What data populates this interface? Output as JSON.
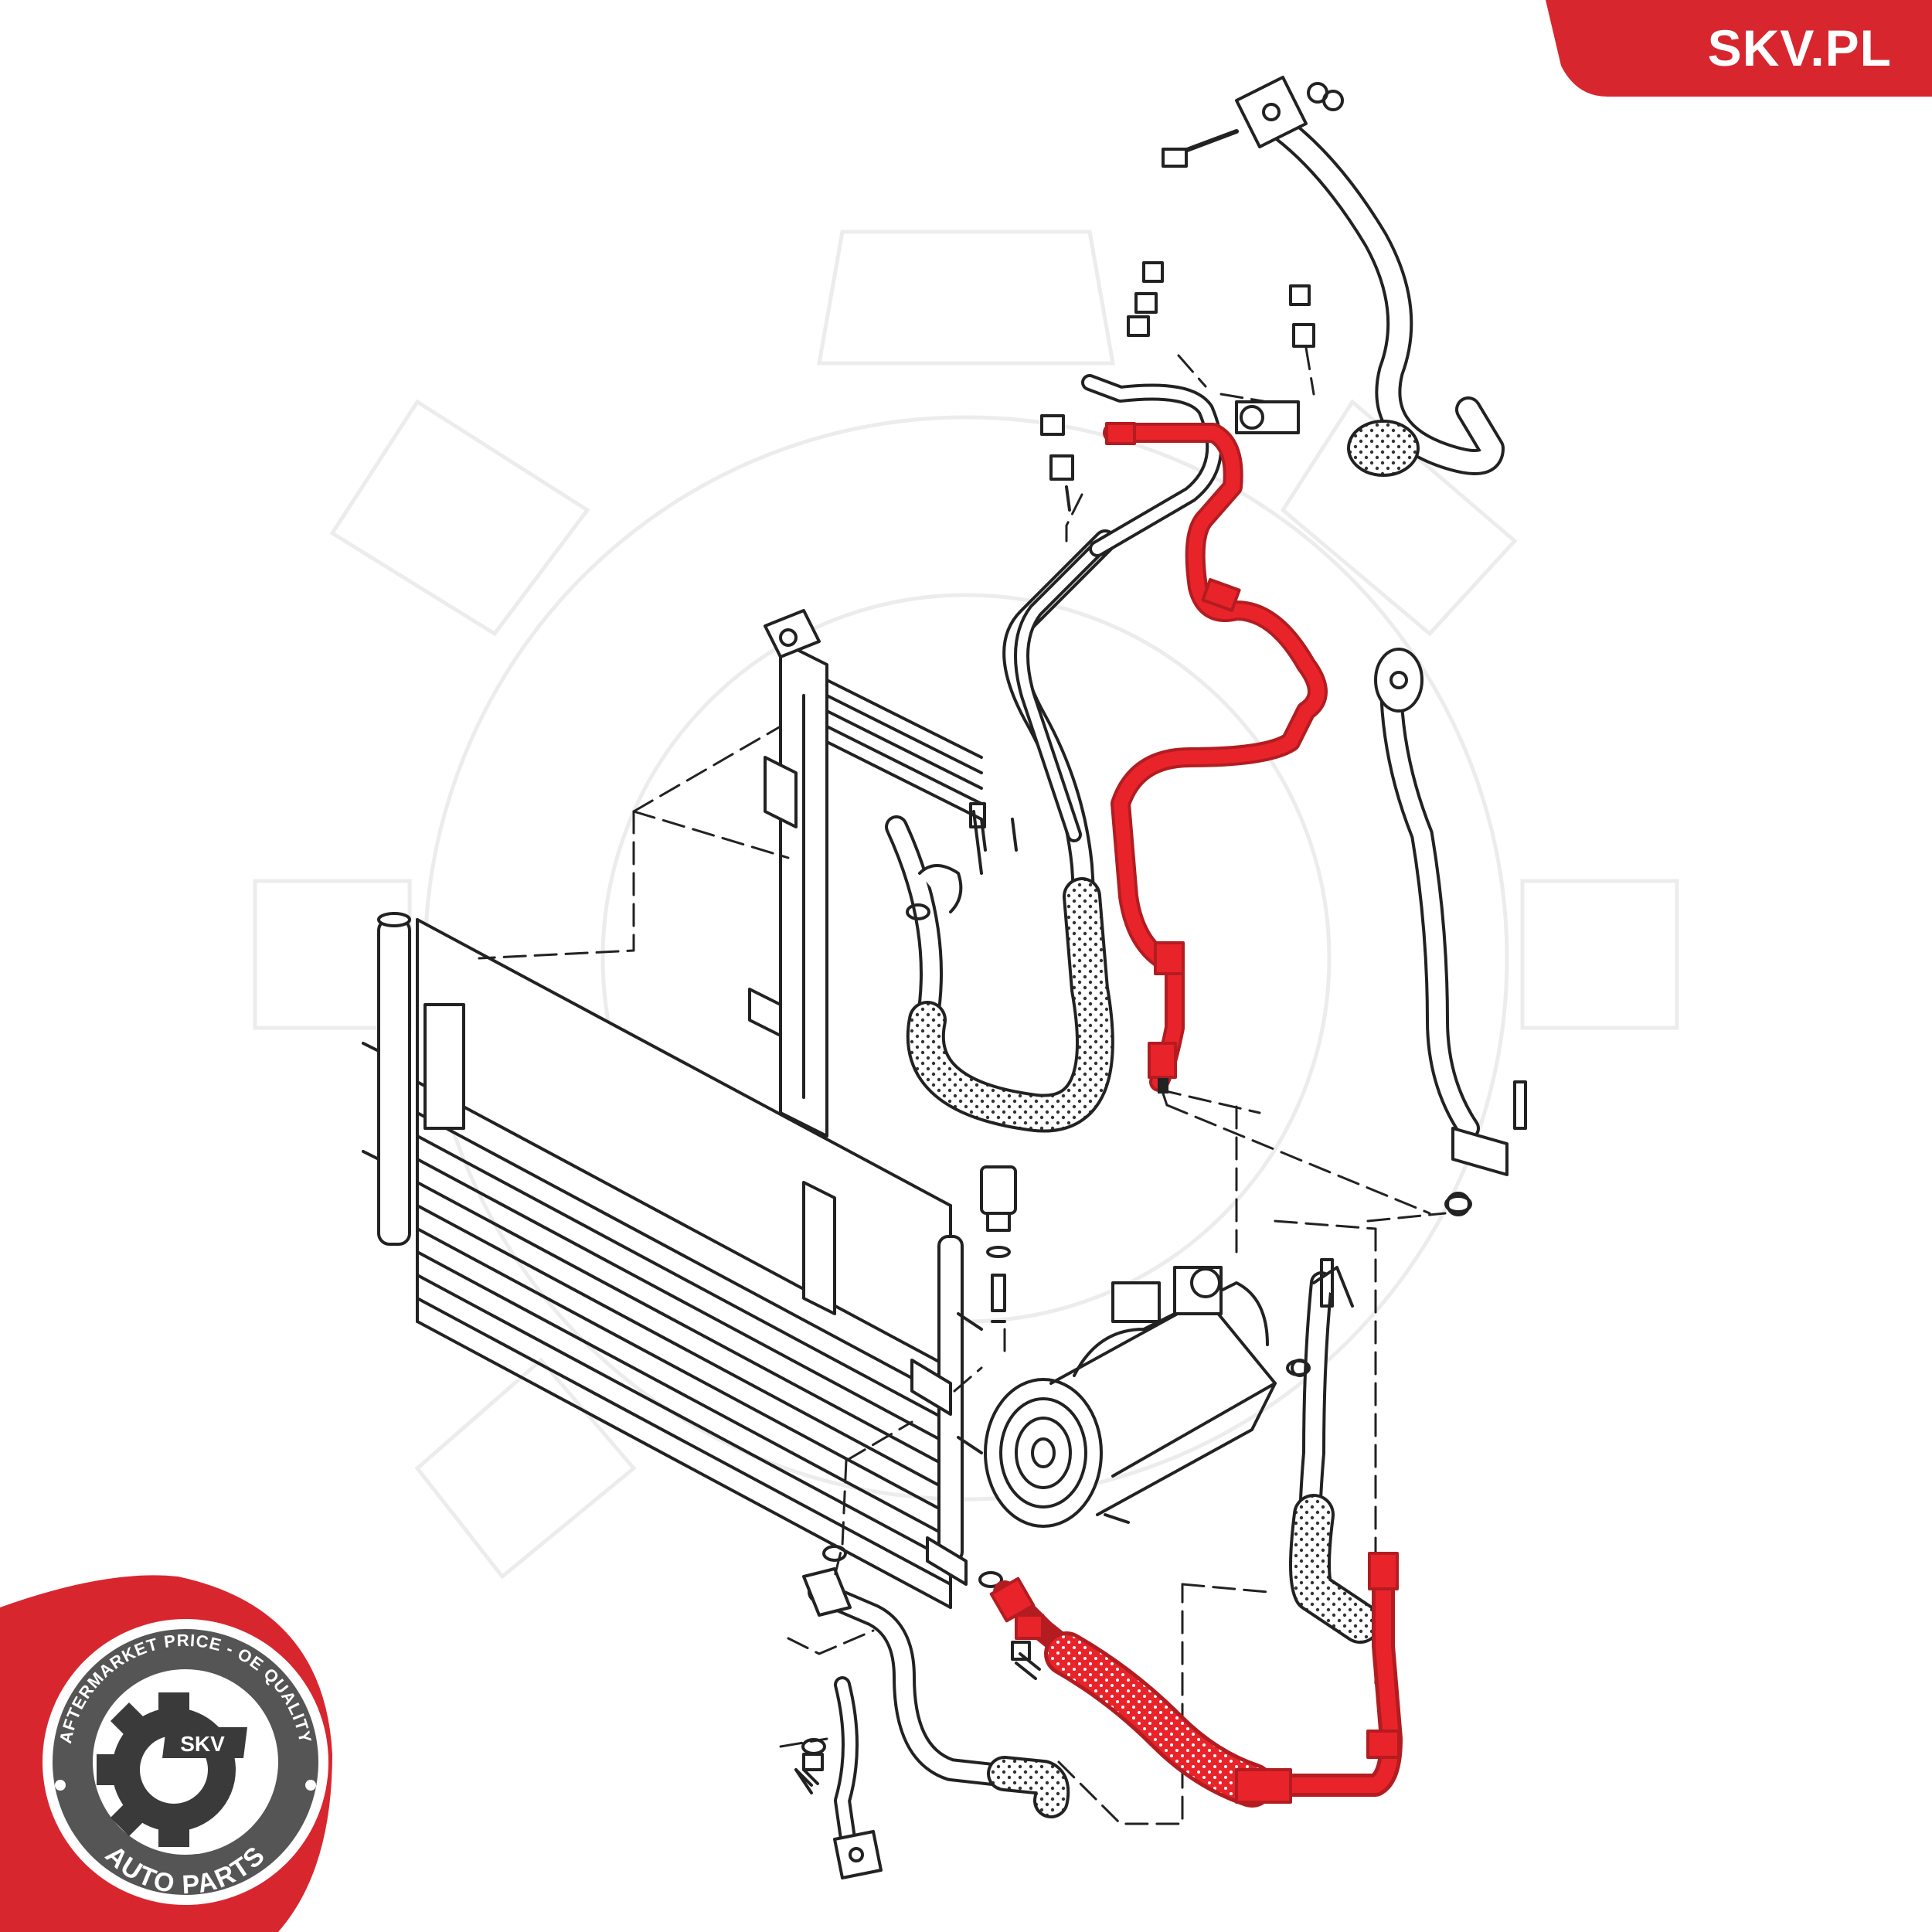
{
  "brand": {
    "site_label": "SKV.PL",
    "badge_top_text": "AFTERMARKET PRICE - OE QUALITY",
    "badge_bottom_text": "AUTO PARTS",
    "badge_center_text": "SKV"
  },
  "colors": {
    "accent": "#d8262f",
    "highlight_hose": "#e8242a",
    "line_art": "#222222",
    "watermark": "#e9e9e9"
  },
  "diagram": {
    "highlighted_parts": [
      "suction-line-highlighted",
      "pressure-line-highlighted"
    ]
  }
}
